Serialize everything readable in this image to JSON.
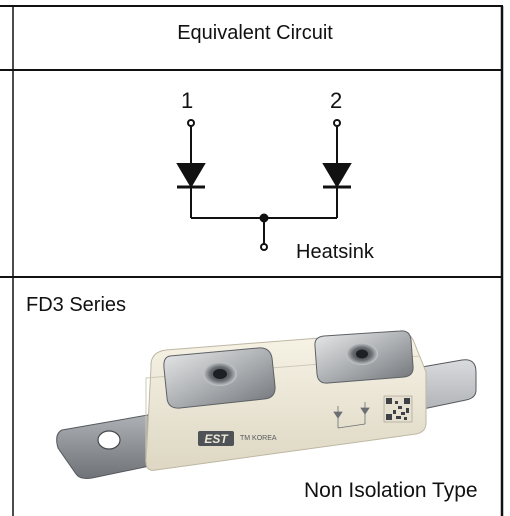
{
  "header": {
    "title": "Equivalent Circuit"
  },
  "circuit": {
    "pin_1": "1",
    "pin_2": "2",
    "common_label": "Heatsink"
  },
  "product": {
    "series": "FD3 Series",
    "type_label": "Non Isolation Type",
    "logo_text": "EST",
    "marking": "TM KOREA"
  },
  "colors": {
    "border": "#111111",
    "text": "#111111",
    "module_body": "#ece7d6",
    "terminal_metal": "#b9bbbd",
    "baseplate_metal": "#a9acb0"
  }
}
